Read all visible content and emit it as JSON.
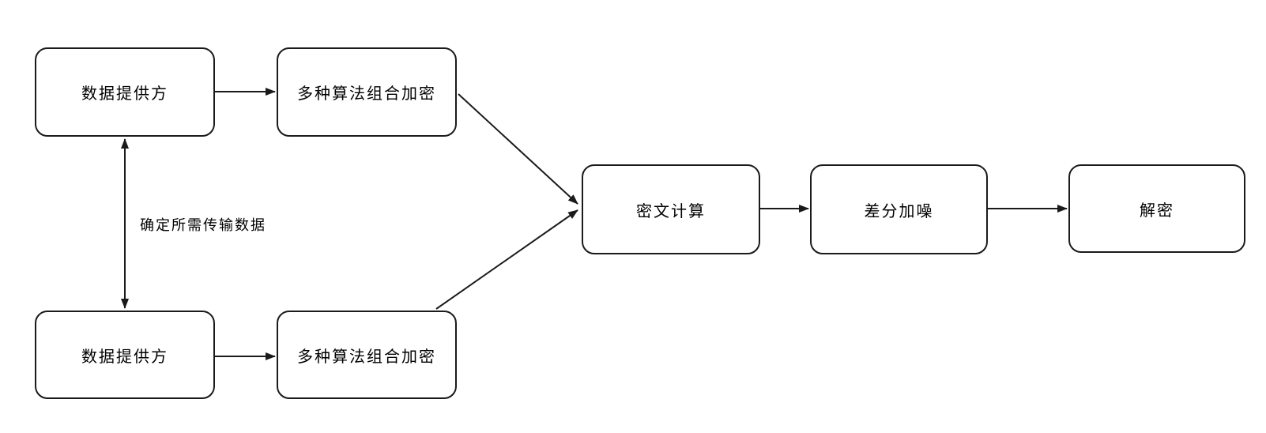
{
  "diagram": {
    "nodes": {
      "provider_top": "数据提供方",
      "encrypt_top": "多种算法组合加密",
      "provider_bottom": "数据提供方",
      "encrypt_bottom": "多种算法组合加密",
      "cipher_compute": "密文计算",
      "diff_noise": "差分加噪",
      "decrypt": "解密"
    },
    "edge_labels": {
      "provider_sync": "确定所需传输数据"
    },
    "colors": {
      "stroke": "#1a1a1a",
      "node_fill": "#ffffff",
      "text": "#000000",
      "background": "#ffffff"
    }
  }
}
